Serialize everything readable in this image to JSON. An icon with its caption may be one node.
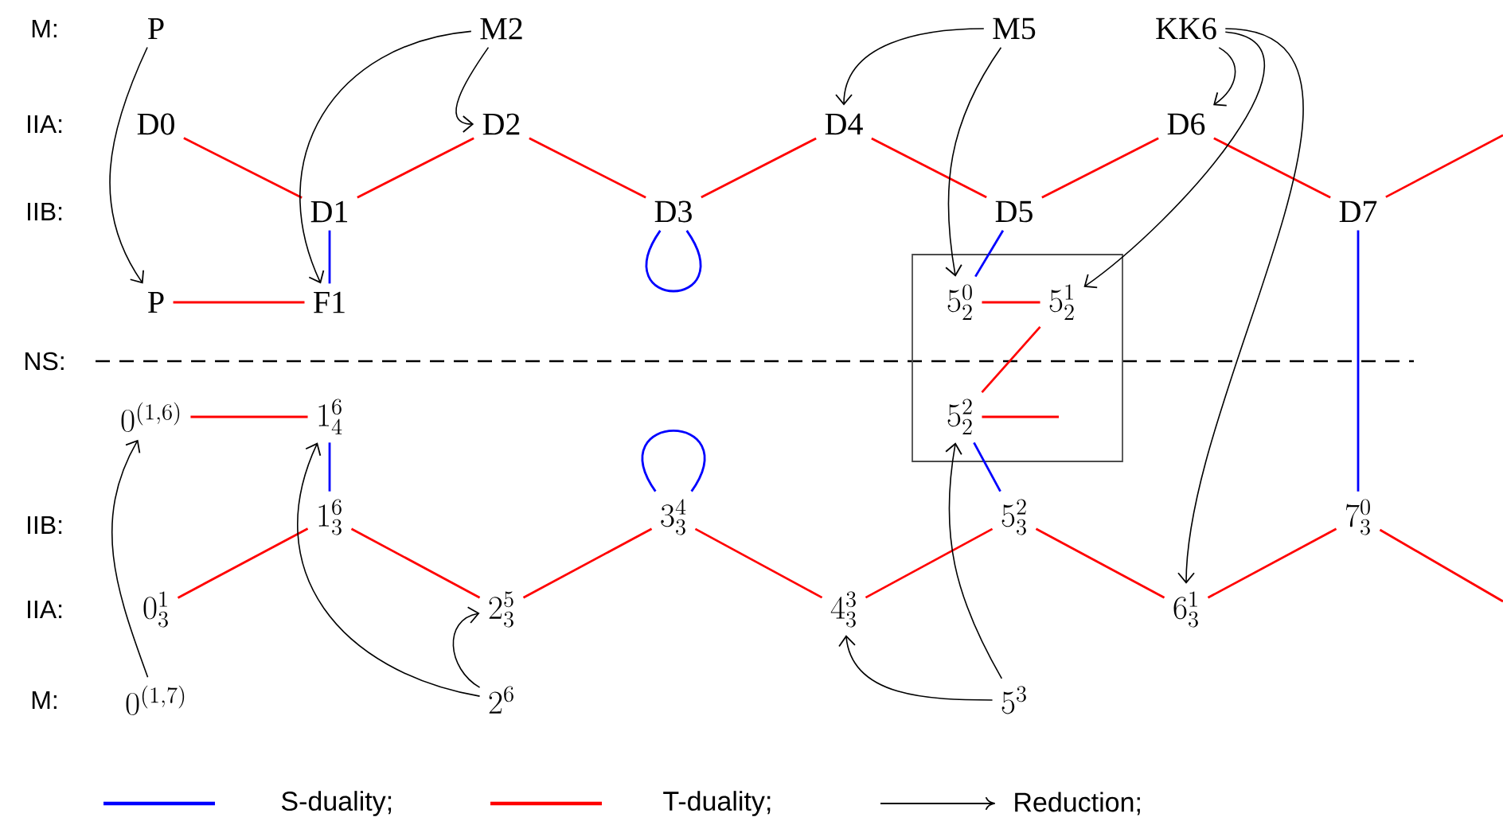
{
  "diagram": {
    "nodes": [
      {
        "text": [
          "P"
        ]
      },
      {
        "text": [
          "M2"
        ]
      },
      {
        "text": [
          "M5"
        ]
      },
      {
        "text": [
          "KK6"
        ]
      },
      {
        "text": [
          "D0"
        ]
      },
      {
        "text": [
          "D2"
        ]
      },
      {
        "text": [
          "D4"
        ]
      },
      {
        "text": [
          "D6"
        ]
      },
      {
        "text": [
          "D1"
        ]
      },
      {
        "text": [
          "D3"
        ]
      },
      {
        "text": [
          "D5"
        ]
      },
      {
        "text": [
          "D7"
        ]
      },
      {
        "text": [
          "P"
        ]
      },
      {
        "text": [
          "F1"
        ]
      },
      {
        "text": [],
        "shape": "box"
      },
      {
        "text": [
          "5^{0}_{2}"
        ],
        "in": 14
      },
      {
        "text": [
          "5^{1}_{2}"
        ],
        "in": 14
      },
      {
        "text": [
          "5^{2}_{2}"
        ],
        "in": 14
      },
      {
        "text": [
          "0^{(1,6)}"
        ]
      },
      {
        "text": [
          "1^{6}_{4}"
        ]
      },
      {
        "text": [
          "1^{6}_{3}"
        ]
      },
      {
        "text": [
          "3^{4}_{3}"
        ]
      },
      {
        "text": [
          "5^{2}_{3}"
        ]
      },
      {
        "text": [
          "7^{0}_{3}"
        ]
      },
      {
        "text": [
          "0^{1}_{3}"
        ]
      },
      {
        "text": [
          "2^{5}_{3}"
        ]
      },
      {
        "text": [
          "4^{3}_{3}"
        ]
      },
      {
        "text": [
          "6^{1}_{3}"
        ]
      },
      {
        "text": [
          "0^{(1,7)}"
        ]
      },
      {
        "text": [
          "2^{6}"
        ]
      },
      {
        "text": [
          "5^{3}"
        ]
      }
    ],
    "edges": [
      {
        "from": 4,
        "to": 8,
        "arrow": "none"
      },
      {
        "from": 8,
        "to": 5,
        "arrow": "none"
      },
      {
        "from": 5,
        "to": 9,
        "arrow": "none"
      },
      {
        "from": 9,
        "to": 6,
        "arrow": "none"
      },
      {
        "from": 6,
        "to": 10,
        "arrow": "none"
      },
      {
        "from": 10,
        "to": 7,
        "arrow": "none"
      },
      {
        "from": 7,
        "to": 11,
        "arrow": "none"
      },
      {
        "from": 11,
        "to": null,
        "arrow": "none"
      },
      {
        "from": 12,
        "to": 13,
        "arrow": "none"
      },
      {
        "from": 15,
        "to": 16,
        "arrow": "none"
      },
      {
        "from": 16,
        "to": 17,
        "arrow": "none"
      },
      {
        "from": 17,
        "to": null,
        "arrow": "none"
      },
      {
        "from": 18,
        "to": 19,
        "arrow": "none"
      },
      {
        "from": 24,
        "to": 20,
        "arrow": "none"
      },
      {
        "from": 20,
        "to": 25,
        "arrow": "none"
      },
      {
        "from": 25,
        "to": 21,
        "arrow": "none"
      },
      {
        "from": 21,
        "to": 26,
        "arrow": "none"
      },
      {
        "from": 26,
        "to": 22,
        "arrow": "none"
      },
      {
        "from": 22,
        "to": 27,
        "arrow": "none"
      },
      {
        "from": 27,
        "to": 23,
        "arrow": "none"
      },
      {
        "from": 23,
        "to": null,
        "arrow": "none"
      },
      {
        "from": 8,
        "to": 13,
        "arrow": "none",
        "color": "#0000ff"
      },
      {
        "from": 9,
        "to": 9,
        "arrow": "none",
        "color": "#0000ff"
      },
      {
        "from": 10,
        "to": 15,
        "arrow": "none",
        "color": "#0000ff"
      },
      {
        "from": 11,
        "to": 23,
        "arrow": "none",
        "color": "#0000ff"
      },
      {
        "from": 19,
        "to": 20,
        "arrow": "none",
        "color": "#0000ff"
      },
      {
        "from": 21,
        "to": 21,
        "arrow": "none",
        "color": "#0000ff"
      },
      {
        "from": 17,
        "to": 22,
        "arrow": "none",
        "color": "#0000ff"
      },
      {
        "from": 0,
        "to": 12,
        "arrow": "to",
        "color": "#000000"
      },
      {
        "from": 1,
        "to": 13,
        "arrow": "to",
        "color": "#000000"
      },
      {
        "from": 1,
        "to": 5,
        "arrow": "to",
        "color": "#000000"
      },
      {
        "from": 2,
        "to": 6,
        "arrow": "to",
        "color": "#000000"
      },
      {
        "from": 2,
        "to": 15,
        "arrow": "to",
        "color": "#000000"
      },
      {
        "from": 3,
        "to": 7,
        "arrow": "to",
        "color": "#000000"
      },
      {
        "from": 3,
        "to": 16,
        "arrow": "to",
        "color": "#000000"
      },
      {
        "from": 3,
        "to": 27,
        "arrow": "to",
        "color": "#000000"
      },
      {
        "from": 28,
        "to": 18,
        "arrow": "to",
        "color": "#000000"
      },
      {
        "from": 29,
        "to": 19,
        "arrow": "to",
        "color": "#000000"
      },
      {
        "from": 29,
        "to": 25,
        "arrow": "to",
        "color": "#000000"
      },
      {
        "from": 30,
        "to": 26,
        "arrow": "to",
        "color": "#000000"
      },
      {
        "from": 30,
        "to": 17,
        "arrow": "to",
        "color": "#000000"
      }
    ],
    "labels": [
      "M:",
      "IIA:",
      "IIB:",
      "NS:",
      "IIB:",
      "IIA:",
      "M:"
    ],
    "legend": [
      {
        "text": "S-duality;",
        "color": "#0000ff"
      },
      {
        "text": "T-duality;",
        "color": "#ff0000"
      },
      {
        "text": "Reduction;"
      }
    ]
  }
}
